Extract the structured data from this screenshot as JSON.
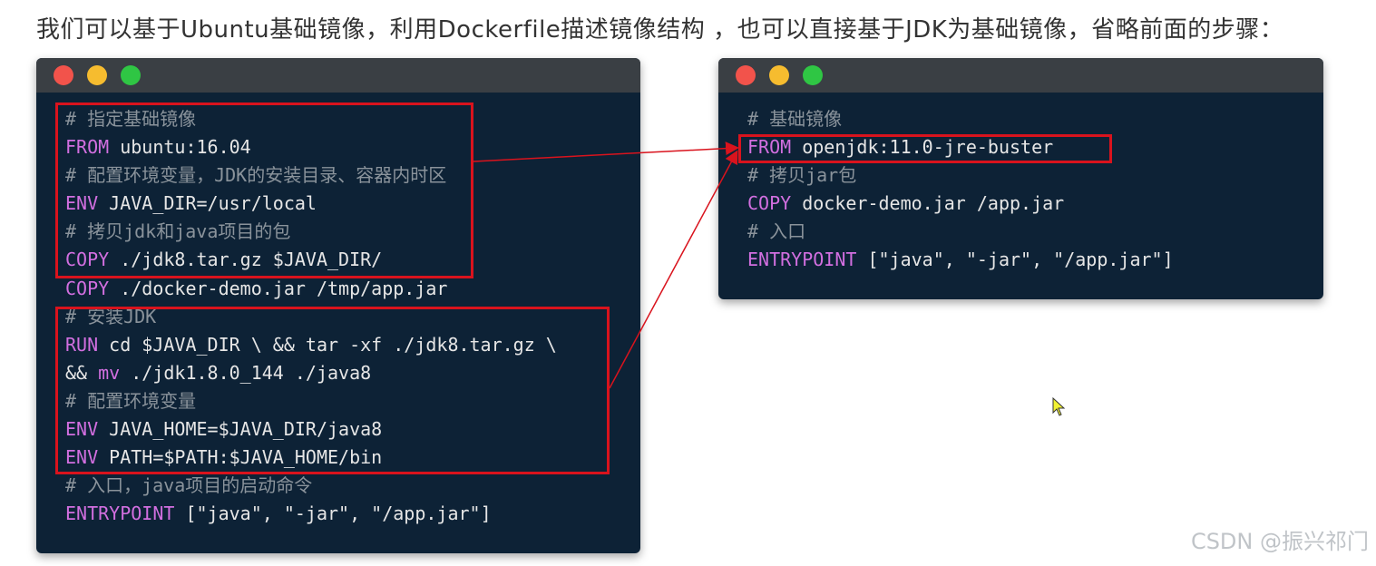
{
  "heading": "我们可以基于Ubuntu基础镜像，利用Dockerfile描述镜像结构 ，也可以直接基于JDK为基础镜像，省略前面的步骤：",
  "left_window": {
    "lines": [
      {
        "parts": [
          {
            "cls": "cm",
            "text": "# 指定基础镜像"
          }
        ]
      },
      {
        "parts": [
          {
            "cls": "kw",
            "text": "FROM"
          },
          {
            "cls": "tx",
            "text": " ubuntu:16.04"
          }
        ]
      },
      {
        "parts": [
          {
            "cls": "cm",
            "text": "# 配置环境变量，JDK的安装目录、容器内时区"
          }
        ]
      },
      {
        "parts": [
          {
            "cls": "kw",
            "text": "ENV"
          },
          {
            "cls": "tx",
            "text": " JAVA_DIR=/usr/local"
          }
        ]
      },
      {
        "parts": [
          {
            "cls": "cm",
            "text": "# 拷贝jdk和java项目的包"
          }
        ]
      },
      {
        "parts": [
          {
            "cls": "kw",
            "text": "COPY"
          },
          {
            "cls": "tx",
            "text": " ./jdk8.tar.gz $JAVA_DIR/"
          }
        ]
      },
      {
        "parts": [
          {
            "cls": "kw",
            "text": "COPY"
          },
          {
            "cls": "tx",
            "text": " ./docker-demo.jar /tmp/app.jar"
          }
        ]
      },
      {
        "parts": [
          {
            "cls": "cm",
            "text": "# 安装JDK"
          }
        ]
      },
      {
        "parts": [
          {
            "cls": "kw",
            "text": "RUN"
          },
          {
            "cls": "tx",
            "text": " cd $JAVA_DIR \\ && tar -xf ./jdk8.tar.gz \\"
          }
        ]
      },
      {
        "parts": [
          {
            "cls": "tx",
            "text": "&& "
          },
          {
            "cls": "kw",
            "text": "mv"
          },
          {
            "cls": "tx",
            "text": " ./jdk1.8.0_144 ./java8"
          }
        ]
      },
      {
        "parts": [
          {
            "cls": "cm",
            "text": "# 配置环境变量"
          }
        ]
      },
      {
        "parts": [
          {
            "cls": "kw",
            "text": "ENV"
          },
          {
            "cls": "tx",
            "text": " JAVA_HOME=$JAVA_DIR/java8"
          }
        ]
      },
      {
        "parts": [
          {
            "cls": "kw",
            "text": "ENV"
          },
          {
            "cls": "tx",
            "text": " PATH=$PATH:$JAVA_HOME/bin"
          }
        ]
      },
      {
        "parts": [
          {
            "cls": "cm",
            "text": "# 入口，java项目的启动命令"
          }
        ]
      },
      {
        "parts": [
          {
            "cls": "kw",
            "text": "ENTRYPOINT"
          },
          {
            "cls": "tx",
            "text": " [\"java\", \"-jar\", \"/app.jar\"]"
          }
        ]
      }
    ]
  },
  "right_window": {
    "lines": [
      {
        "parts": [
          {
            "cls": "cm",
            "text": "# 基础镜像"
          }
        ]
      },
      {
        "parts": [
          {
            "cls": "kw",
            "text": "FROM"
          },
          {
            "cls": "tx",
            "text": " openjdk:11.0-jre-buster"
          }
        ]
      },
      {
        "parts": [
          {
            "cls": "cm",
            "text": "# 拷贝jar包"
          }
        ]
      },
      {
        "parts": [
          {
            "cls": "kw",
            "text": "COPY"
          },
          {
            "cls": "tx",
            "text": " docker-demo.jar /app.jar"
          }
        ]
      },
      {
        "parts": [
          {
            "cls": "cm",
            "text": "# 入口"
          }
        ]
      },
      {
        "parts": [
          {
            "cls": "kw",
            "text": "ENTRYPOINT"
          },
          {
            "cls": "tx",
            "text": " [\"java\", \"-jar\", \"/app.jar\"]"
          }
        ]
      }
    ]
  },
  "watermark": "CSDN @振兴祁门",
  "colors": {
    "code_bg": "#0d2236",
    "titlebar": "#3a3f44",
    "keyword": "#d26fe0",
    "comment": "#8a939b",
    "highlight": "#d9131d"
  }
}
